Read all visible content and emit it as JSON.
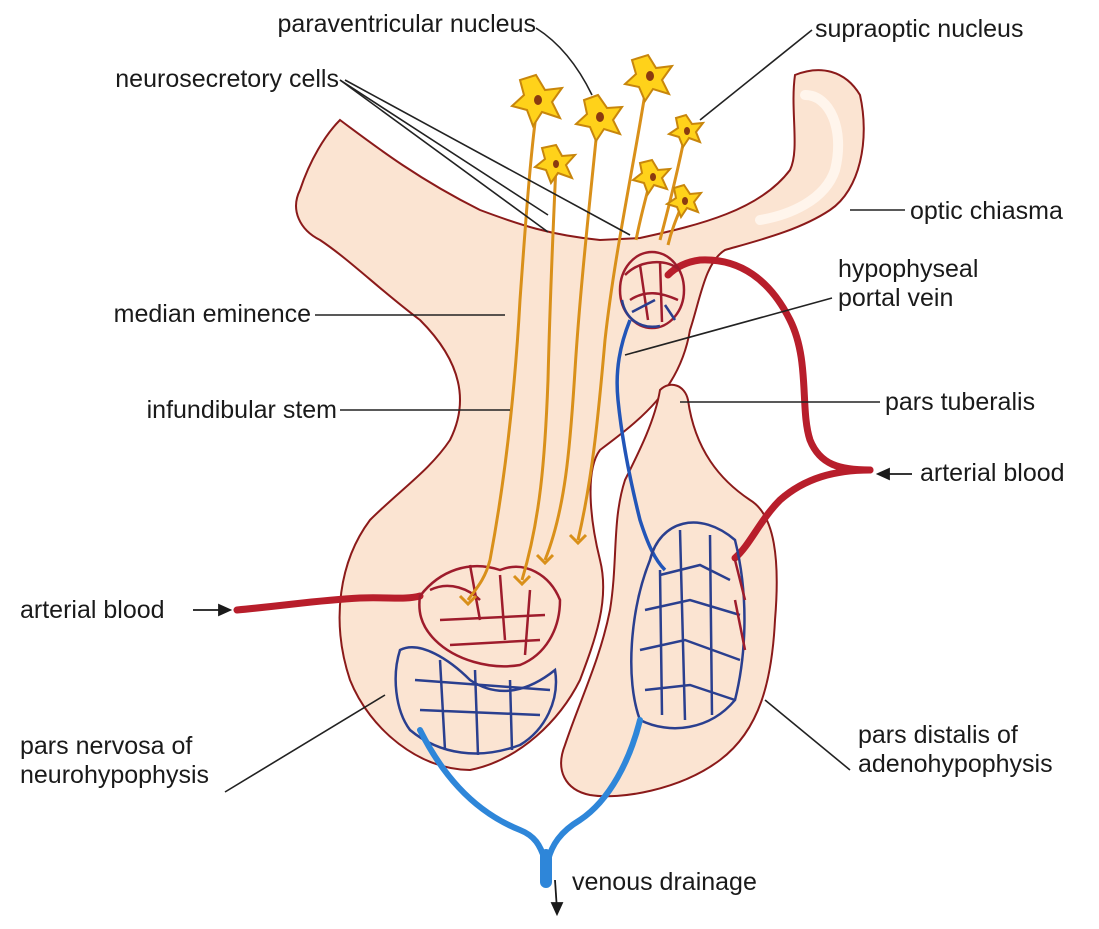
{
  "diagram": {
    "colors": {
      "tissue_fill": "#fbe4d2",
      "tissue_stroke": "#8b1a1a",
      "artery": "#b81e2b",
      "vein": "#2255b8",
      "vein_light": "#2e86d9",
      "capillary_red": "#9e1c2c",
      "capillary_blue": "#2a3f8f",
      "neuron_fill": "#ffd21a",
      "neuron_stroke": "#c8860c",
      "axon": "#d9901a",
      "leader": "#222222"
    },
    "labels": {
      "paraventricular_nucleus": "paraventricular nucleus",
      "supraoptic_nucleus": "supraoptic nucleus",
      "neurosecretory_cells": "neurosecretory cells",
      "optic_chiasma": "optic chiasma",
      "hypophyseal_portal_vein": "hypophyseal\nportal vein",
      "median_eminence": "median eminence",
      "infundibular_stem": "infundibular stem",
      "pars_tuberalis": "pars tuberalis",
      "arterial_blood_right": "arterial blood",
      "arterial_blood_left": "arterial blood",
      "pars_nervosa": "pars nervosa of\nneurohypophysis",
      "pars_distalis": "pars distalis of\nadenohypophysis",
      "venous_drainage": "venous drainage"
    }
  }
}
